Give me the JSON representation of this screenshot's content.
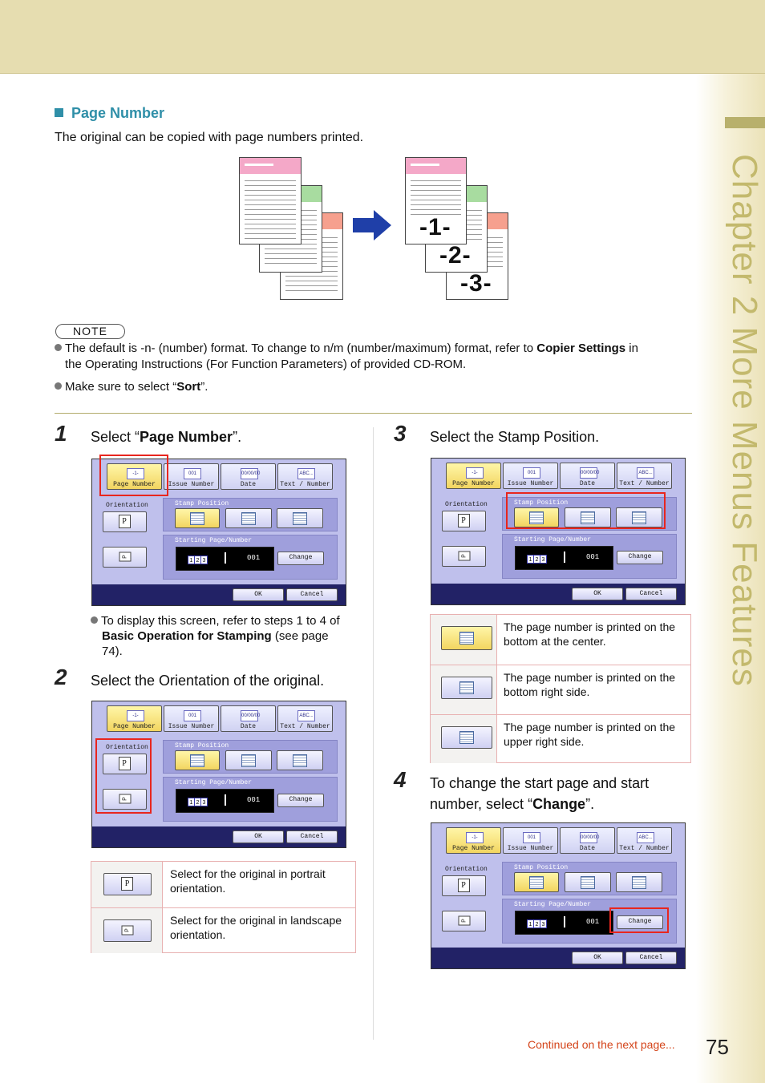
{
  "chapter": "Chapter 2   More Menus Features",
  "section": {
    "title": "Page Number",
    "intro": "The original can be copied with page numbers printed."
  },
  "illustration": {
    "numbers": [
      "-1-",
      "-2-",
      "-3-"
    ]
  },
  "note": {
    "label": "NOTE",
    "b1": {
      "t1": "The default is -n- (number) format. To change to n/m (number/maximum) format, refer to ",
      "bold": "Copier Settings",
      "t2": " in",
      "line2": "the Operating Instructions (For Function Parameters) of provided CD-ROM."
    },
    "b2": {
      "t1": "Make sure to select “",
      "bold": "Sort",
      "t2": "”."
    }
  },
  "screen": {
    "tabs": [
      "Page Number",
      "Issue Number",
      "Date",
      "Text / Number"
    ],
    "tab_icons": [
      "-1-",
      "001",
      "00/00/00",
      "ABC..."
    ],
    "orientation": "Orientation",
    "stamp_position": "Stamp Position",
    "starting": "Starting Page/Number",
    "counter": "001",
    "boxes": [
      "1",
      "2",
      "3"
    ],
    "portrait_glyph": "P",
    "landscape_glyph": "P",
    "change": "Change",
    "ok": "OK",
    "cancel": "Cancel"
  },
  "steps": {
    "s1": {
      "num": "1",
      "t1": "Select “",
      "bold": "Page Number",
      "t2": "”.",
      "bullet": {
        "t1": "To display this screen, refer to steps 1 to 4 of",
        "bold": "Basic Operation for Stamping",
        "t2": " (see page",
        "t3": "74)."
      }
    },
    "s2": {
      "num": "2",
      "text": "Select the Orientation of the original."
    },
    "s3": {
      "num": "3",
      "text": "Select the Stamp Position."
    },
    "s4": {
      "num": "4",
      "line1": "To change the start page and start",
      "t1": "number, select “",
      "bold": "Change",
      "t2": "”."
    }
  },
  "orientation_table": [
    {
      "l1": "Select for the original in portrait",
      "l2": "orientation."
    },
    {
      "l1": "Select for the original in landscape",
      "l2": "orientation."
    }
  ],
  "stamp_table": [
    {
      "l1": "The page number is printed on the",
      "l2": "bottom at the center."
    },
    {
      "l1": "The page number is printed on the",
      "l2": "bottom right side."
    },
    {
      "l1": "The page number is printed on the",
      "l2": "upper right side."
    }
  ],
  "footer": {
    "continued": "Continued on the next page...",
    "page": "75"
  },
  "colors": {
    "accent": "#2f8fa8",
    "highlight": "#e8261e",
    "band": "#e6ddb0",
    "continued": "#d4441a"
  }
}
